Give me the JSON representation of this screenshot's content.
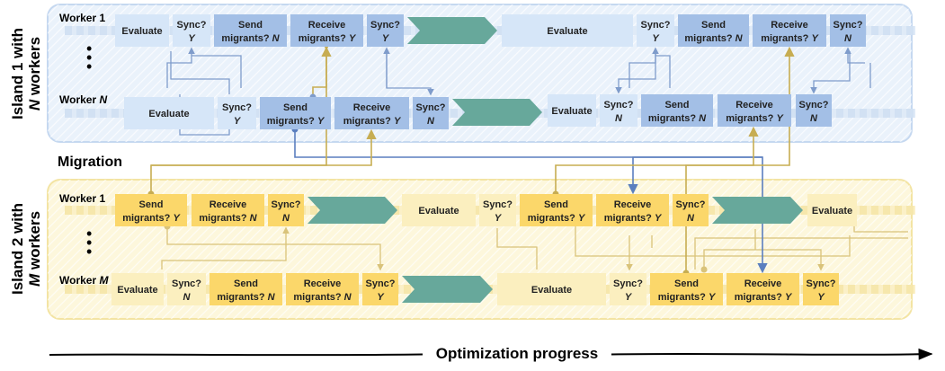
{
  "islands": [
    {
      "id": "island1",
      "label_line1": "Island 1 with",
      "label_line2_var": "N",
      "label_line2_rest": " workers",
      "workers": [
        {
          "label_prefix": "Worker ",
          "label_var": "1"
        },
        {
          "label_prefix": "Worker ",
          "label_var": "N"
        }
      ]
    },
    {
      "id": "island2",
      "label_line1": "Island 2 with",
      "label_line2_var": "M",
      "label_line2_rest": " workers",
      "workers": [
        {
          "label_prefix": "Worker ",
          "label_var": "1"
        },
        {
          "label_prefix": "Worker ",
          "label_var": "M"
        }
      ]
    }
  ],
  "migration_label": "Migration",
  "progress_label": "Optimization progress",
  "ellipsis": "•",
  "box_labels": {
    "evaluate": "Evaluate",
    "sync": "Sync?",
    "send": "Send",
    "migrants": "migrants?",
    "receive": "Receive",
    "yes": "Y",
    "no": "N"
  },
  "colors": {
    "island1_fill": "#eaf2fb",
    "island1_border": "#c5d8f0",
    "island1_box_light": "#d6e6f8",
    "island1_box_dark": "#a3bfe6",
    "island1_label": "#7f9cc6",
    "island1_arrow": "#7f9ccb",
    "island1_strong_arrow": "#6b8cc4",
    "island2_fill": "#fdf7dc",
    "island2_border": "#f3e4a3",
    "island2_box_light": "#fbefbf",
    "island2_box_dark": "#fbd76a",
    "island2_label": "#c9b36a",
    "island2_arrow": "#d9c37a",
    "island2_strong_arrow": "#c7ad52",
    "chevron": "#67a89b",
    "track1": "#dfeaf7",
    "track2": "#fbf0c7"
  }
}
